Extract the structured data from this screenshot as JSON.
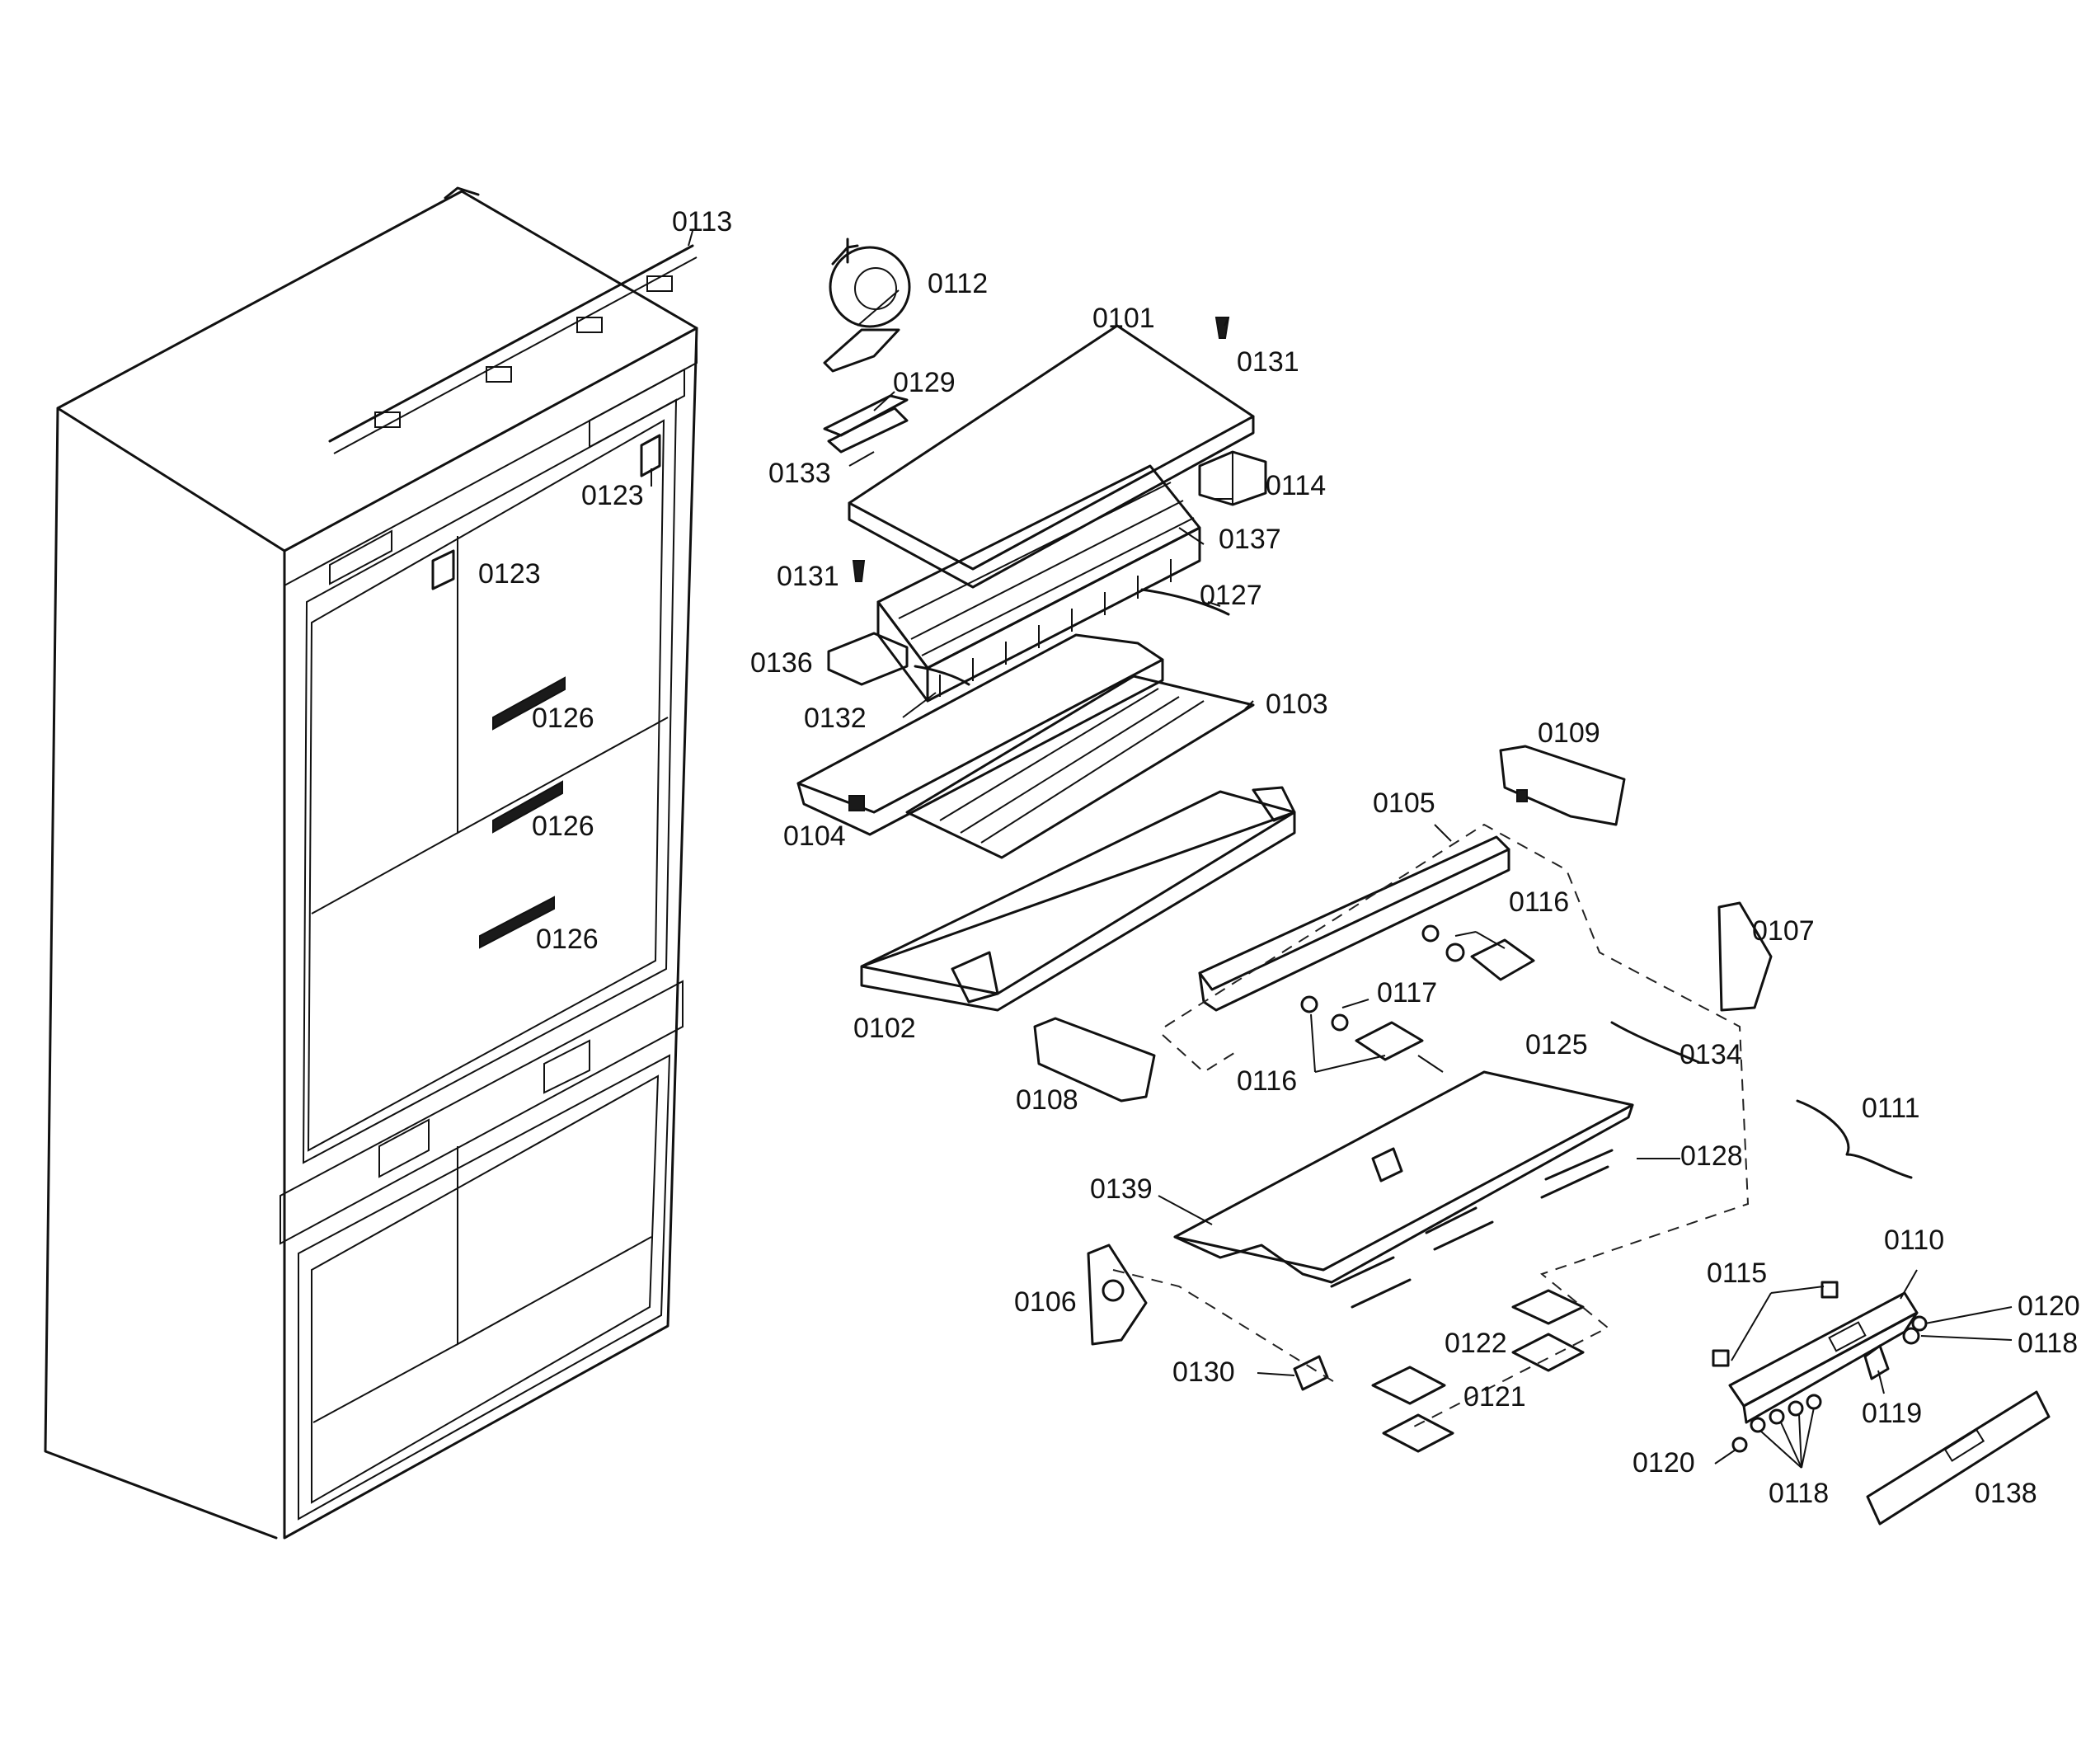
{
  "labels": {
    "p0101": "0101",
    "p0102": "0102",
    "p0103": "0103",
    "p0104": "0104",
    "p0105": "0105",
    "p0106": "0106",
    "p0107": "0107",
    "p0108": "0108",
    "p0109": "0109",
    "p0110": "0110",
    "p0111": "0111",
    "p0112": "0112",
    "p0113": "0113",
    "p0114": "0114",
    "p0115": "0115",
    "p0116": "0116",
    "p0117": "0117",
    "p0118": "0118",
    "p0119": "0119",
    "p0120": "0120",
    "p0121": "0121",
    "p0122": "0122",
    "p0123": "0123",
    "p0125": "0125",
    "p0126": "0126",
    "p0127": "0127",
    "p0128": "0128",
    "p0129": "0129",
    "p0130": "0130",
    "p0131": "0131",
    "p0132": "0132",
    "p0133": "0133",
    "p0134": "0134",
    "p0136": "0136",
    "p0137": "0137",
    "p0138": "0138",
    "p0139": "0139"
  },
  "colors": {
    "line": "#111111",
    "background": "#ffffff"
  }
}
